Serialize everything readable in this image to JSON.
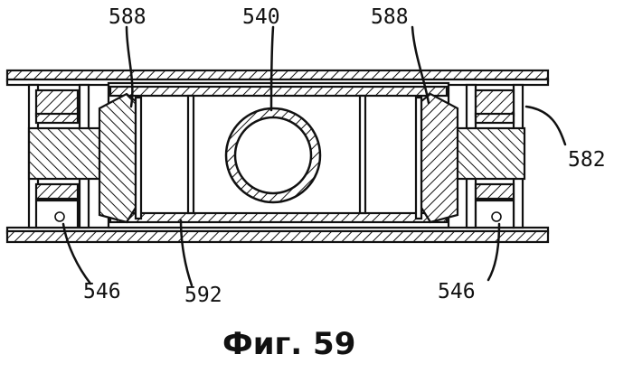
{
  "figure": {
    "caption": "Фиг. 59",
    "labels": {
      "top_left": "588",
      "top_center": "540",
      "top_right": "588",
      "right": "582",
      "bottom_left": "546",
      "bottom_center": "592",
      "bottom_right": "546"
    }
  }
}
